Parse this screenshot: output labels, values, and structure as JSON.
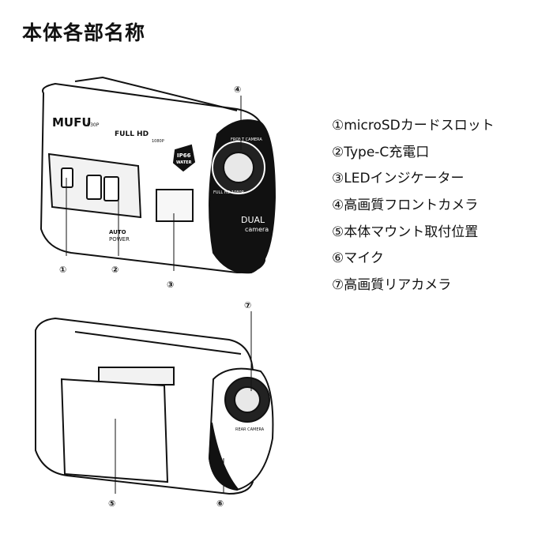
{
  "title": "本体各部名称",
  "parts": [
    "①microSDカードスロット",
    "②Type-C充電口",
    "③LEDインジケーター",
    "④高画質フロントカメラ",
    "⑤本体マウント取付位置",
    "⑥マイク",
    "⑦高画質リアカメラ"
  ],
  "callouts": {
    "c1": "①",
    "c2": "②",
    "c3": "③",
    "c4": "④",
    "c5": "⑤",
    "c6": "⑥",
    "c7": "⑦"
  },
  "camera_labels": {
    "brand": "MUFU",
    "model": "V30P",
    "full_hd": "FULL HD",
    "res": "1080P",
    "ip": "IP66",
    "water": "WATER",
    "dual": "DUAL",
    "camera": "camera",
    "front_camera": "FRONT CAMERA",
    "full_hd_1080p": "FULL HD 1080P",
    "rear_camera": "REAR CAMERA",
    "auto_power": "AUTO",
    "power": "POWER"
  }
}
